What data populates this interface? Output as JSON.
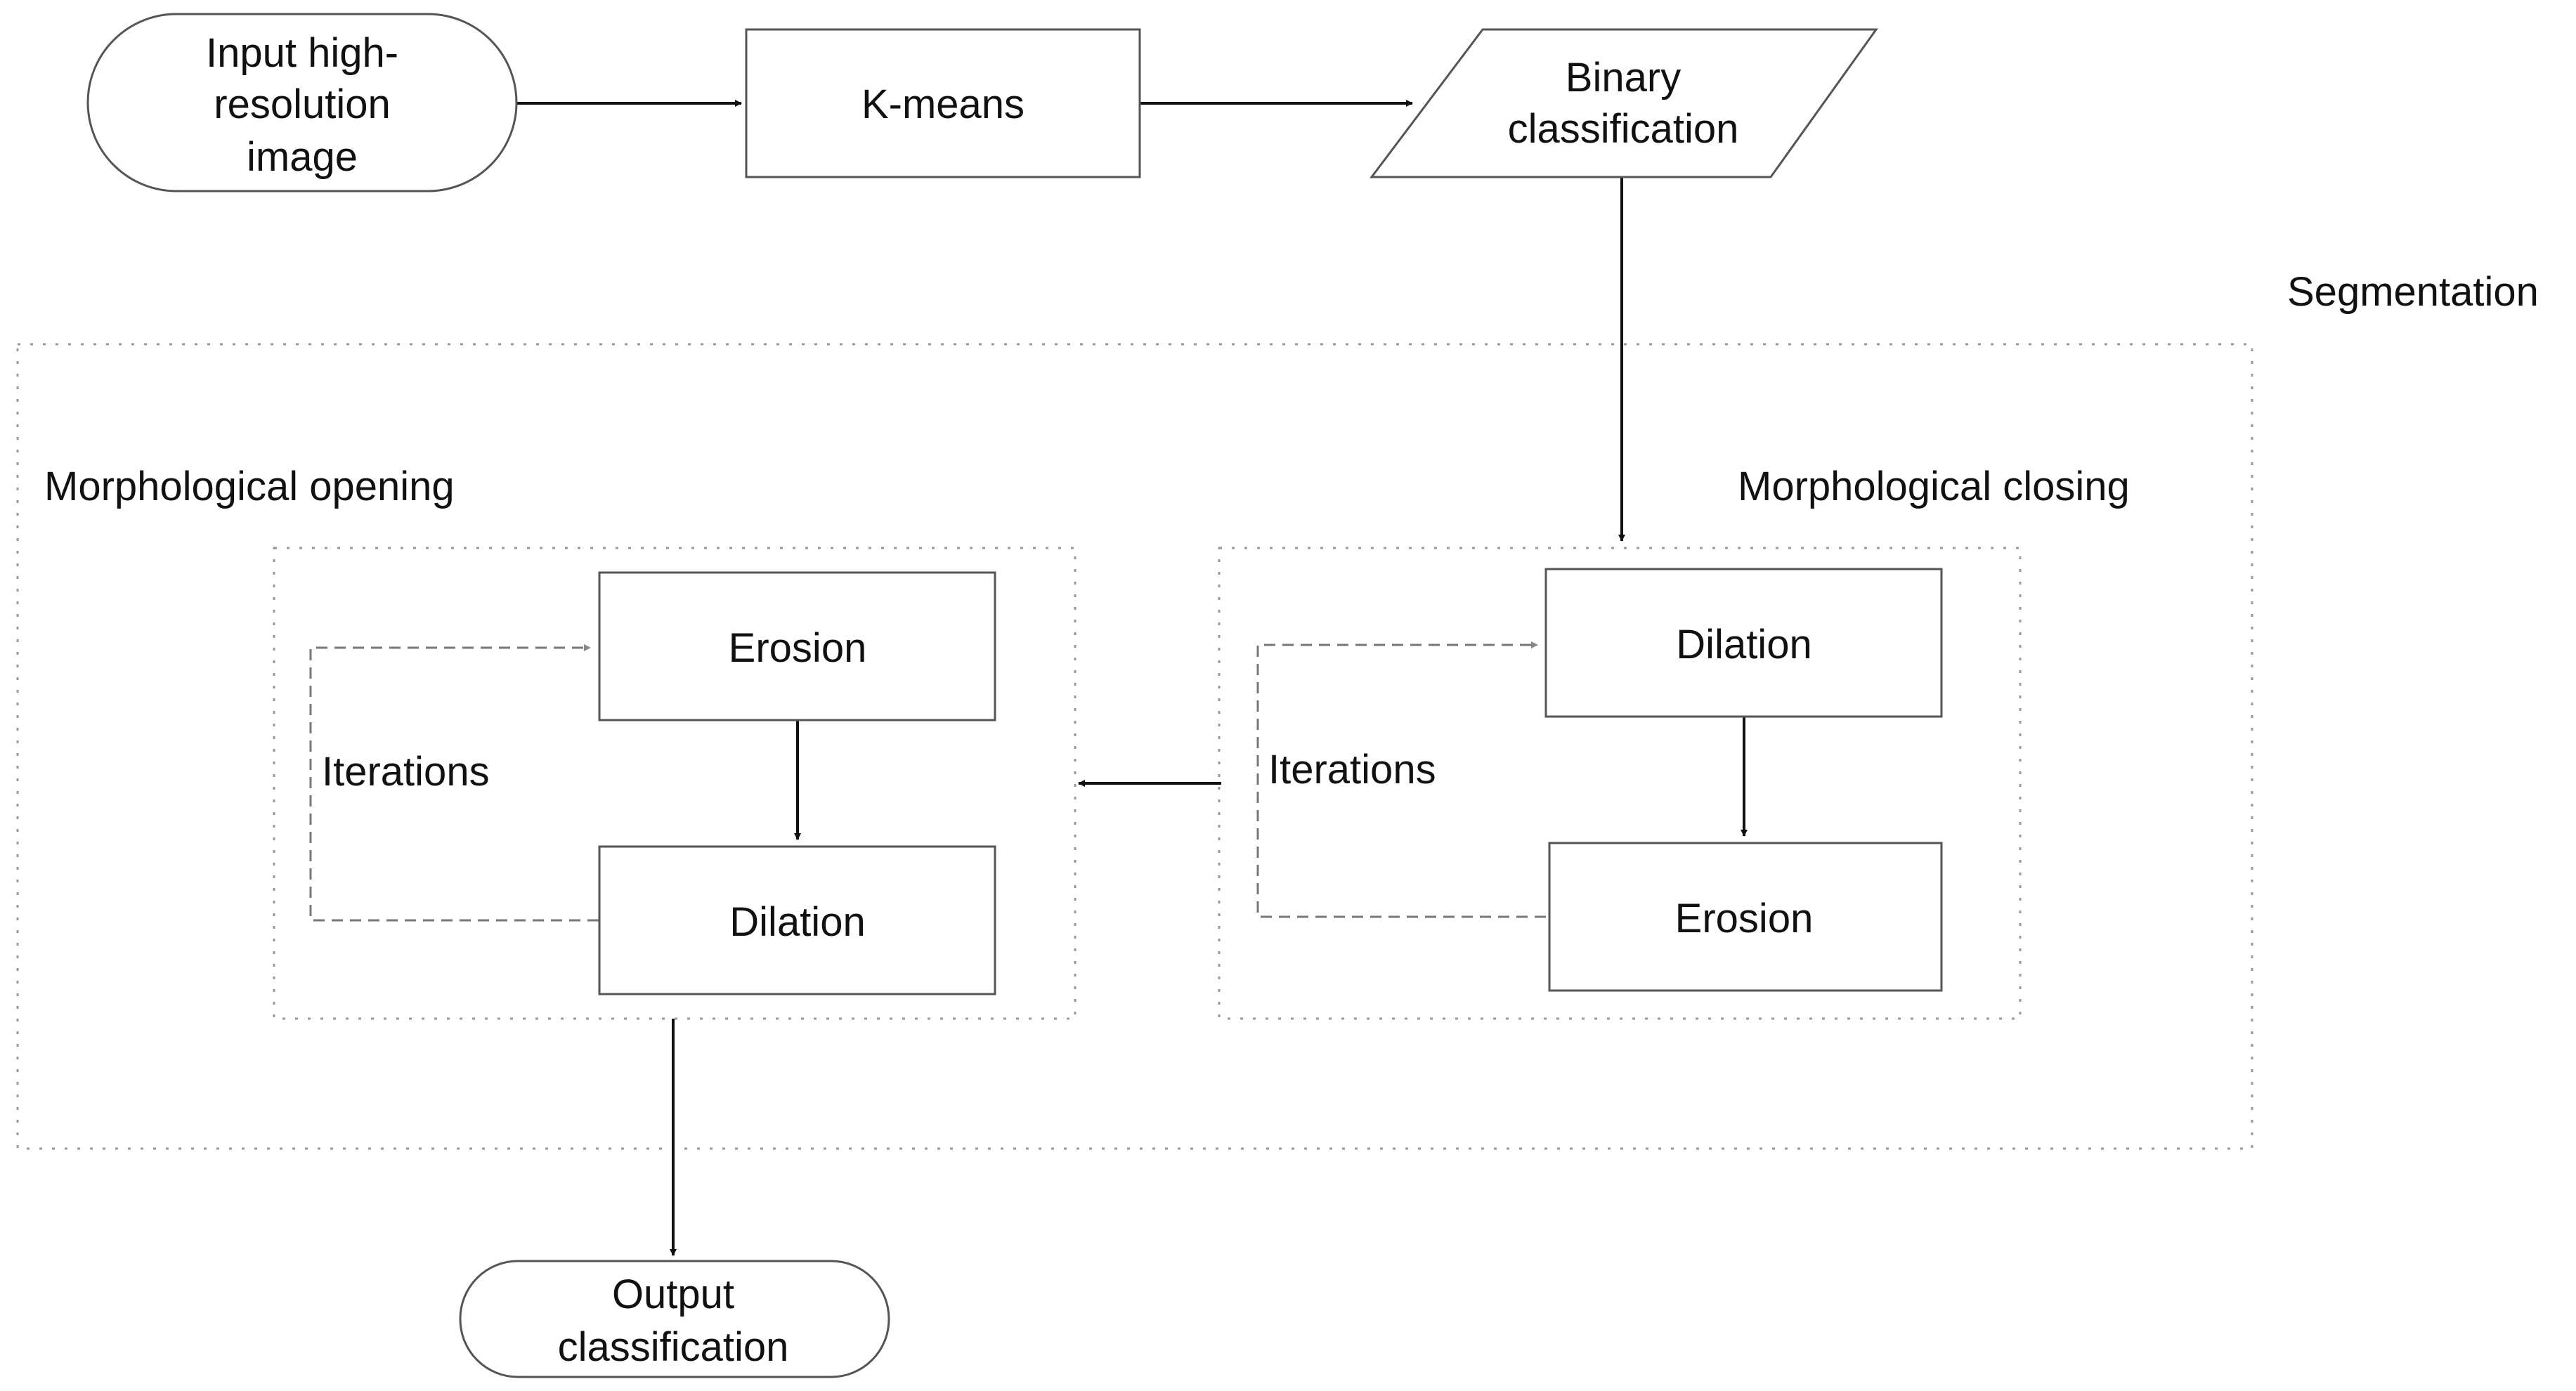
{
  "nodes": {
    "input_image": {
      "lines": [
        "Input high-",
        "resolution",
        "image"
      ]
    },
    "kmeans": {
      "lines": [
        "K-means"
      ]
    },
    "binary_classification": {
      "lines": [
        "Binary",
        "classification"
      ]
    },
    "closing_dilation": {
      "lines": [
        "Dilation"
      ]
    },
    "closing_erosion": {
      "lines": [
        "Erosion"
      ]
    },
    "opening_erosion": {
      "lines": [
        "Erosion"
      ]
    },
    "opening_dilation": {
      "lines": [
        "Dilation"
      ]
    },
    "output_classification": {
      "lines": [
        "Output",
        "classification"
      ]
    }
  },
  "groups": {
    "segmentation": "Segmentation",
    "morphological_closing": "Morphological closing",
    "morphological_opening": "Morphological opening"
  },
  "edge_labels": {
    "closing_iterations": "Iterations",
    "opening_iterations": "Iterations"
  },
  "edges": [
    {
      "from": "input_image",
      "to": "kmeans",
      "style": "solid"
    },
    {
      "from": "kmeans",
      "to": "binary_classification",
      "style": "solid"
    },
    {
      "from": "binary_classification",
      "to": "closing_dilation",
      "style": "solid"
    },
    {
      "from": "closing_dilation",
      "to": "closing_erosion",
      "style": "solid"
    },
    {
      "from": "closing_erosion",
      "to": "closing_dilation",
      "style": "dashed",
      "label": "Iterations"
    },
    {
      "from": "morphological_closing",
      "to": "morphological_opening",
      "style": "solid"
    },
    {
      "from": "opening_erosion",
      "to": "opening_dilation",
      "style": "solid"
    },
    {
      "from": "opening_dilation",
      "to": "opening_erosion",
      "style": "dashed",
      "label": "Iterations"
    },
    {
      "from": "morphological_opening",
      "to": "output_classification",
      "style": "solid"
    }
  ],
  "colors": {
    "stroke": "#555555",
    "arrow": "#111111",
    "dashed_arrow": "#777777",
    "group_border": "#9a9a9a"
  }
}
